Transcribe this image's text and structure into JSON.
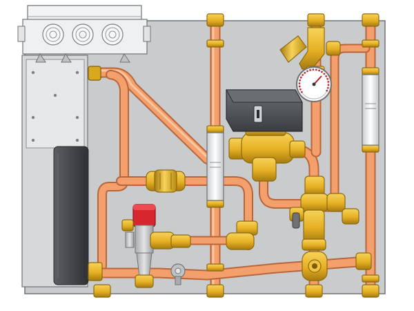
{
  "colors": {
    "background": "#ffffff",
    "back_panel": "#c9cbcd",
    "panel_outline": "#6f7275",
    "copper_pipe": "#f09a66",
    "copper_pipe_shadow": "#b9653a",
    "brass": "#e8b52a",
    "brass_dark": "#9c7412",
    "actuator": "#4a4d51",
    "safety_valve_cap": "#d8262f",
    "gauge_scale": "#c21a1a",
    "junction_box": "#eef0f1",
    "pump_housing": "#d6d8da",
    "motor": "#505357"
  },
  "components": {
    "junction_box": "junction-box",
    "pump": "circulation-pump",
    "mixing_valve": "three-way-mixing-valve",
    "actuator": "valve-actuator",
    "thermometer": "thermometer-gauge",
    "strainer": "y-strainer",
    "safety_valve": "safety-valve",
    "check_valve": "check-valve",
    "ball_valve": "ball-valve",
    "sight_glasses": "flow-sight-glass"
  }
}
